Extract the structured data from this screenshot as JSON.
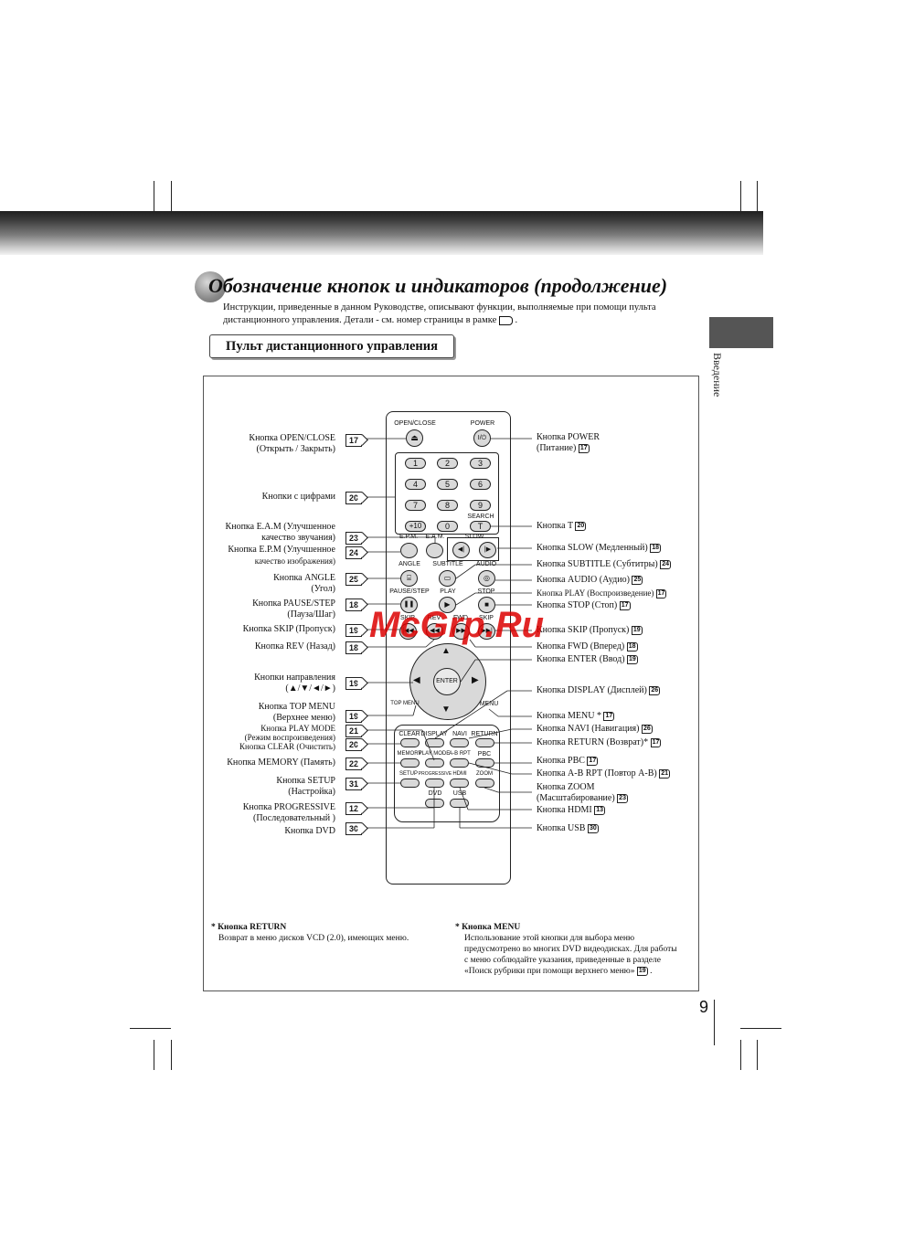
{
  "page": {
    "title": "Обозначение кнопок и индикаторов (продолжение)",
    "intro": "Инструкции, приведенные в данном Руководстве, описывают функции, выполняемые при помощи пульта дистанционного управления. Детали - см. номер страницы в рамке",
    "intro_end": ".",
    "section": "Пульт дистанционного управления",
    "side_label": "Введение",
    "page_number": "9",
    "watermark": "McGrp.Ru"
  },
  "remote": {
    "open_close": "OPEN/CLOSE",
    "power": "POWER",
    "power_btn": "I/⏻",
    "eject": "⏏",
    "digits": [
      "1",
      "2",
      "3",
      "4",
      "5",
      "6",
      "7",
      "8",
      "9"
    ],
    "plus10": "+10",
    "zero": "0",
    "search": "SEARCH",
    "t": "T",
    "epm": "E.P.M.",
    "eam": "E.A.M.",
    "slow": "SLOW",
    "angle": "ANGLE",
    "subtitle": "SUBTITLE",
    "audio": "AUDIO",
    "pause_step": "PAUSE/STEP",
    "play": "PLAY",
    "stop": "STOP",
    "skip": "SKIP",
    "rev": "REV",
    "fwd": "FWD",
    "enter": "ENTER",
    "top_menu": "TOP MENU",
    "menu": "MENU",
    "clear": "CLEAR",
    "display": "DISPLAY",
    "navi": "NAVI",
    "return": "RETURN",
    "memory": "MEMORY",
    "play_mode": "PLAY MODE",
    "abrpt": "A-B RPT",
    "pbc": "PBC",
    "setup": "SETUP",
    "progressive": "PROGRESSIVE",
    "hdmi": "HDMI",
    "zoom": "ZOOM",
    "dvd": "DVD",
    "usb": "USB"
  },
  "left_labels": [
    {
      "l1": "Кнопка OPEN/CLOSE",
      "l2": "(Открыть / Закрыть)",
      "num": "17"
    },
    {
      "l1": "Кнопки с цифрами",
      "l2": "",
      "num": "20"
    },
    {
      "l1": "Кнопка E.A.M (Улучшенное",
      "l2": "качество звучания)",
      "num": "23"
    },
    {
      "l1": "Кнопка E.P.M (Улучшенное",
      "l2": "качество изображения)",
      "num": "24"
    },
    {
      "l1": "Кнопка ANGLE",
      "l2": "(Угол)",
      "num": "25"
    },
    {
      "l1": "Кнопка PAUSE/STEP",
      "l2": "(Пауза/Шаг)",
      "num": "18"
    },
    {
      "l1": "Кнопка SKIP (Пропуск)",
      "l2": "",
      "num": "19"
    },
    {
      "l1": "Кнопка REV (Назад)",
      "l2": "",
      "num": "18"
    },
    {
      "l1": "Кнопки направления",
      "l2": "(▲/▼/◄/►)",
      "num": "19"
    },
    {
      "l1": "Кнопка TOP MENU",
      "l2": "(Верхнее меню)",
      "num": "19"
    },
    {
      "l1": "Кнопка PLAY MODE",
      "l2": "(Режим воспроизведения)",
      "num": "21"
    },
    {
      "l1": "Кнопка CLEAR (Очистить)",
      "l2": "",
      "num": "20"
    },
    {
      "l1": "Кнопка MEMORY (Память)",
      "l2": "",
      "num": "22"
    },
    {
      "l1": "Кнопка SETUP",
      "l2": "(Настройка)",
      "num": "31"
    },
    {
      "l1": "Кнопка PROGRESSIVE",
      "l2": "(Последовательный )",
      "num": "12"
    },
    {
      "l1": "Кнопка DVD",
      "l2": "",
      "num": "30"
    }
  ],
  "right_labels": [
    {
      "l1": "Кнопка POWER",
      "l2": "(Питание)",
      "num": "17"
    },
    {
      "l1": "Кнопка T",
      "l2": "",
      "num": "20"
    },
    {
      "l1": "Кнопка SLOW (Медленный)",
      "l2": "",
      "num": "18"
    },
    {
      "l1": "Кнопка SUBTITLE (Субтитры)",
      "l2": "",
      "num": "24"
    },
    {
      "l1": "Кнопка AUDIO (Аудио)",
      "l2": "",
      "num": "25"
    },
    {
      "l1": "Кнопка PLAY (Воспроизведение)",
      "l2": "",
      "num": "17"
    },
    {
      "l1": "Кнопка STOP (Стоп)",
      "l2": "",
      "num": "17"
    },
    {
      "l1": "Кнопка SKIP (Пропуск)",
      "l2": "",
      "num": "19"
    },
    {
      "l1": "Кнопка FWD (Вперед)",
      "l2": "",
      "num": "18"
    },
    {
      "l1": "Кнопка ENTER (Ввод)",
      "l2": "",
      "num": "19"
    },
    {
      "l1": "Кнопка DISPLAY (Дисплей)",
      "l2": "",
      "num": "26"
    },
    {
      "l1": "Кнопка MENU *",
      "l2": "",
      "num": "17"
    },
    {
      "l1": "Кнопка NAVI (Навигация)",
      "l2": "",
      "num": "26"
    },
    {
      "l1": "Кнопка RETURN (Возврат)*",
      "l2": "",
      "num": "17"
    },
    {
      "l1": "Кнопка PBC",
      "l2": "",
      "num": "17"
    },
    {
      "l1": "Кнопка A-B RPT (Повтор A-B)",
      "l2": "",
      "num": "21"
    },
    {
      "l1": "Кнопка ZOOM",
      "l2": "(Масштабирование)",
      "num": "23"
    },
    {
      "l1": "Кнопка HDMI",
      "l2": "",
      "num": "13"
    },
    {
      "l1": "Кнопка USB",
      "l2": "",
      "num": "30"
    }
  ],
  "notes": {
    "return_title": "* Кнопка RETURN",
    "return_text": "Возврат в меню дисков VCD (2.0), имеющих меню.",
    "menu_title": "* Кнопка MENU",
    "menu_text1": "Использование этой кнопки для выбора меню",
    "menu_text2": "предусмотрено во многих DVD видеодисках. Для работы",
    "menu_text3": "с меню соблюдайте указания, приведенные в разделе",
    "menu_text4": "«Поиск рубрики при помощи верхнего меню»",
    "menu_num": "19",
    "menu_end": "."
  }
}
